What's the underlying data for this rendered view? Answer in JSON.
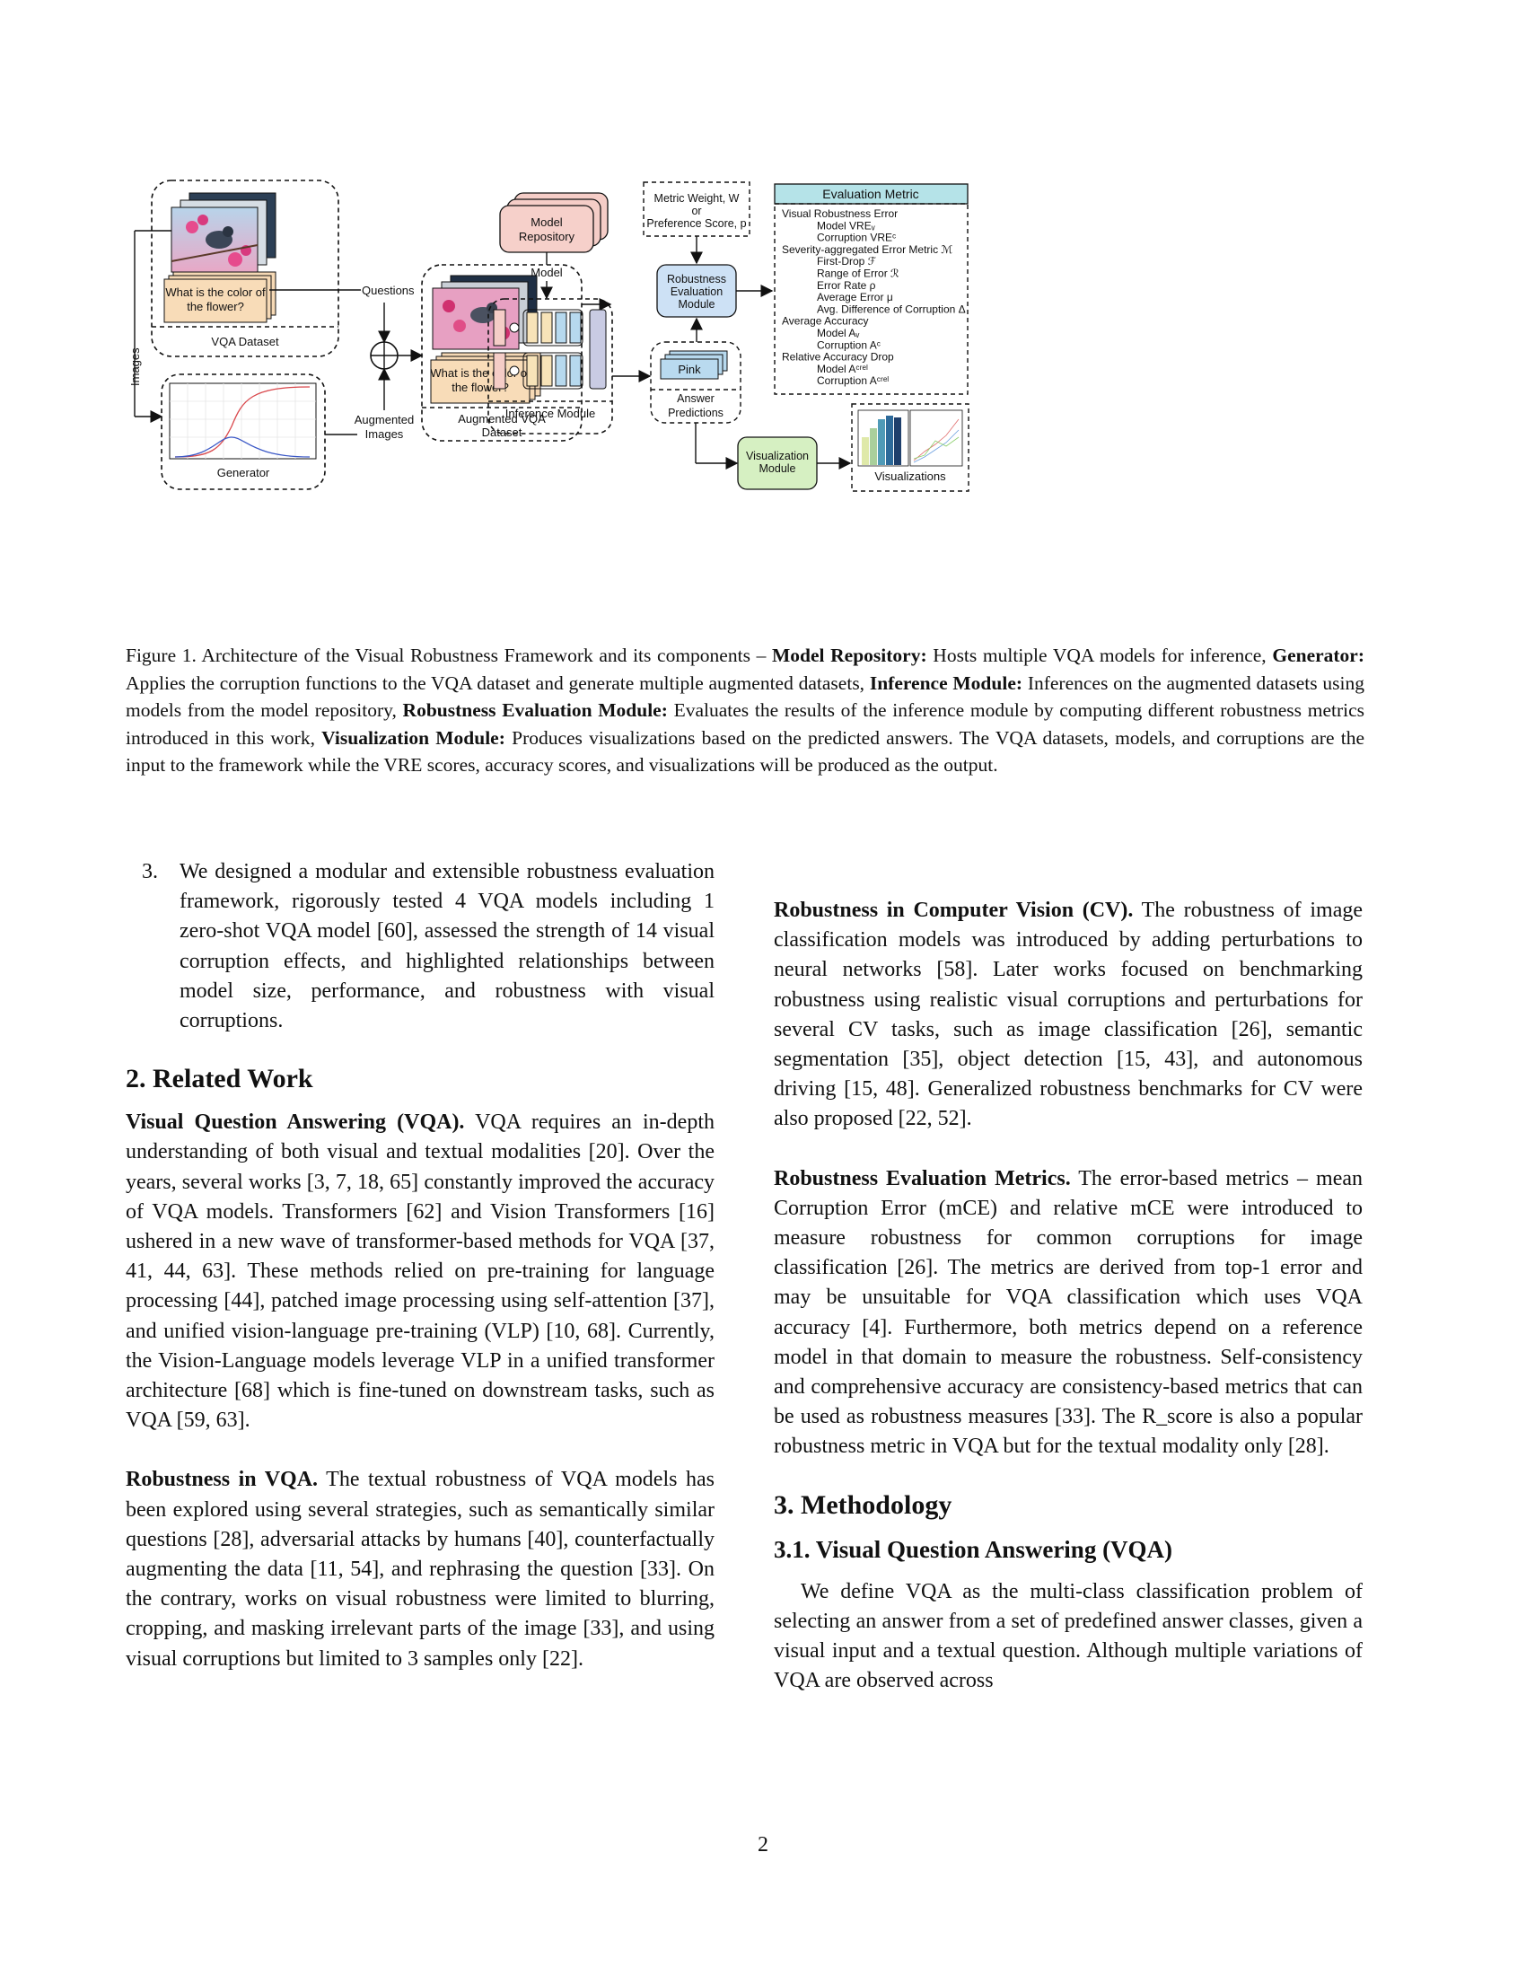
{
  "figure": {
    "vqa_dataset_label": "VQA Dataset",
    "question_text_line1": "What is the color of",
    "question_text_line2": "the flower?",
    "questions_label": "Questions",
    "images_label": "Images",
    "generator_label": "Generator",
    "augmented_images_line1": "Augmented",
    "augmented_images_line2": "Images",
    "augmented_vqa_line1": "Augmented VQA",
    "augmented_vqa_line2": "Dataset",
    "model_repository_line1": "Model",
    "model_repository_line2": "Repository",
    "model_label": "Model",
    "inference_module_label": "Inference Module",
    "metric_weight_line1": "Metric Weight, W",
    "metric_weight_line2": "or",
    "metric_weight_line3": "Preference Score, p",
    "robustness_line1": "Robustness",
    "robustness_line2": "Evaluation",
    "robustness_line3": "Module",
    "pink_label": "Pink",
    "answer_line1": "Answer",
    "answer_line2": "Predictions",
    "visualization_line1": "Visualization",
    "visualization_line2": "Module",
    "visualizations_label": "Visualizations",
    "evaluation_metric_title": "Evaluation Metric",
    "metrics": [
      {
        "text": "Visual Robustness Error",
        "level": 0
      },
      {
        "text": "Model VREᵥ",
        "level": 1
      },
      {
        "text": "Corruption VREᶜ",
        "level": 1
      },
      {
        "text": "Severity-aggregated Error Metric ℳ",
        "level": 0
      },
      {
        "text": "First-Drop ℱ",
        "level": 1
      },
      {
        "text": "Range of Error ℛ",
        "level": 1
      },
      {
        "text": "Error Rate ρ",
        "level": 1
      },
      {
        "text": "Average Error μ",
        "level": 1
      },
      {
        "text": "Avg. Difference of Corruption Δ",
        "level": 1
      },
      {
        "text": "Average Accuracy",
        "level": 0
      },
      {
        "text": "Model Aᵥ",
        "level": 1
      },
      {
        "text": "Corruption Aᶜ",
        "level": 1
      },
      {
        "text": "Relative Accuracy Drop",
        "level": 0
      },
      {
        "text": "Model Aᶜʳᵉˡ",
        "level": 1
      },
      {
        "text": "Corruption Aᶜʳᵉˡ",
        "level": 1
      }
    ]
  },
  "caption": {
    "lead": "Figure 1. Architecture of the Visual Robustness Framework and its components – ",
    "b1": "Model Repository:",
    "t1": " Hosts multiple VQA models for inference, ",
    "b2": "Generator:",
    "t2": " Applies the corruption functions to the VQA dataset and generate multiple augmented datasets, ",
    "b3": "Inference Module:",
    "t3": " Inferences on the augmented datasets using models from the model repository, ",
    "b4": "Robustness Evaluation Module:",
    "t4": " Evaluates the results of the inference module by computing different robustness metrics introduced in this work, ",
    "b5": "Visualization Module:",
    "t5": " Produces visualizations based on the predicted answers. The VQA datasets, models, and corruptions are the input to the framework while the VRE scores, accuracy scores, and visualizations will be produced as the output."
  },
  "left": {
    "item_num": "3.",
    "item_text": "We designed a modular and extensible robustness evaluation framework, rigorously tested 4 VQA models including 1 zero-shot VQA model [60], assessed the strength of 14 visual corruption effects, and highlighted relationships between model size, performance, and robustness with visual corruptions.",
    "h_related": "2. Related Work",
    "vqa_head": "Visual Question Answering (VQA).",
    "vqa_text": " VQA requires an in-depth understanding of both visual and textual modalities [20]. Over the years, several works [3, 7, 18, 65] constantly improved the accuracy of VQA models. Transformers [62] and Vision Transformers [16] ushered in a new wave of transformer-based methods for VQA [37, 41, 44, 63]. These methods relied on pre-training for language processing [44], patched image processing using self-attention [37], and unified vision-language pre-training (VLP) [10, 68]. Currently, the Vision-Language models leverage VLP in a unified transformer architecture [68] which is fine-tuned on downstream tasks, such as VQA [59, 63].",
    "rvqa_head": "Robustness in VQA.",
    "rvqa_text": " The textual robustness of VQA models has been explored using several strategies, such as semantically similar questions [28], adversarial attacks by humans [40], counterfactually augmenting the data [11, 54], and rephrasing the question [33]. On the contrary, works on visual robustness were limited to blurring, cropping, and masking irrelevant parts of the image [33], and using visual corruptions but limited to 3 samples only [22]."
  },
  "right": {
    "cv_head": "Robustness in Computer Vision (CV).",
    "cv_text": " The robustness of image classification models was introduced by adding perturbations to neural networks [58]. Later works focused on benchmarking robustness using realistic visual corruptions and perturbations for several CV tasks, such as image classification [26], semantic segmentation [35], object detection [15, 43], and autonomous driving [15, 48]. Generalized robustness benchmarks for CV were also proposed [22, 52].",
    "rem_head": "Robustness Evaluation Metrics.",
    "rem_text": " The error-based metrics – mean Corruption Error (mCE) and relative mCE were introduced to measure robustness for common corruptions for image classification [26]. The metrics are derived from top-1 error and may be unsuitable for VQA classification which uses VQA accuracy [4]. Furthermore, both metrics depend on a reference model in that domain to measure the robustness. Self-consistency and comprehensive accuracy are consistency-based metrics that can be used as robustness measures [33]. The R_score is also a popular robustness metric in VQA but for the textual modality only [28].",
    "h_method": "3. Methodology",
    "h_vqa": "3.1. Visual Question Answering (VQA)",
    "method_text": "We define VQA as the multi-class classification problem of selecting an answer from a set of predefined answer classes, given a visual input and a textual question. Although multiple variations of VQA are observed across"
  },
  "page_number": "2"
}
